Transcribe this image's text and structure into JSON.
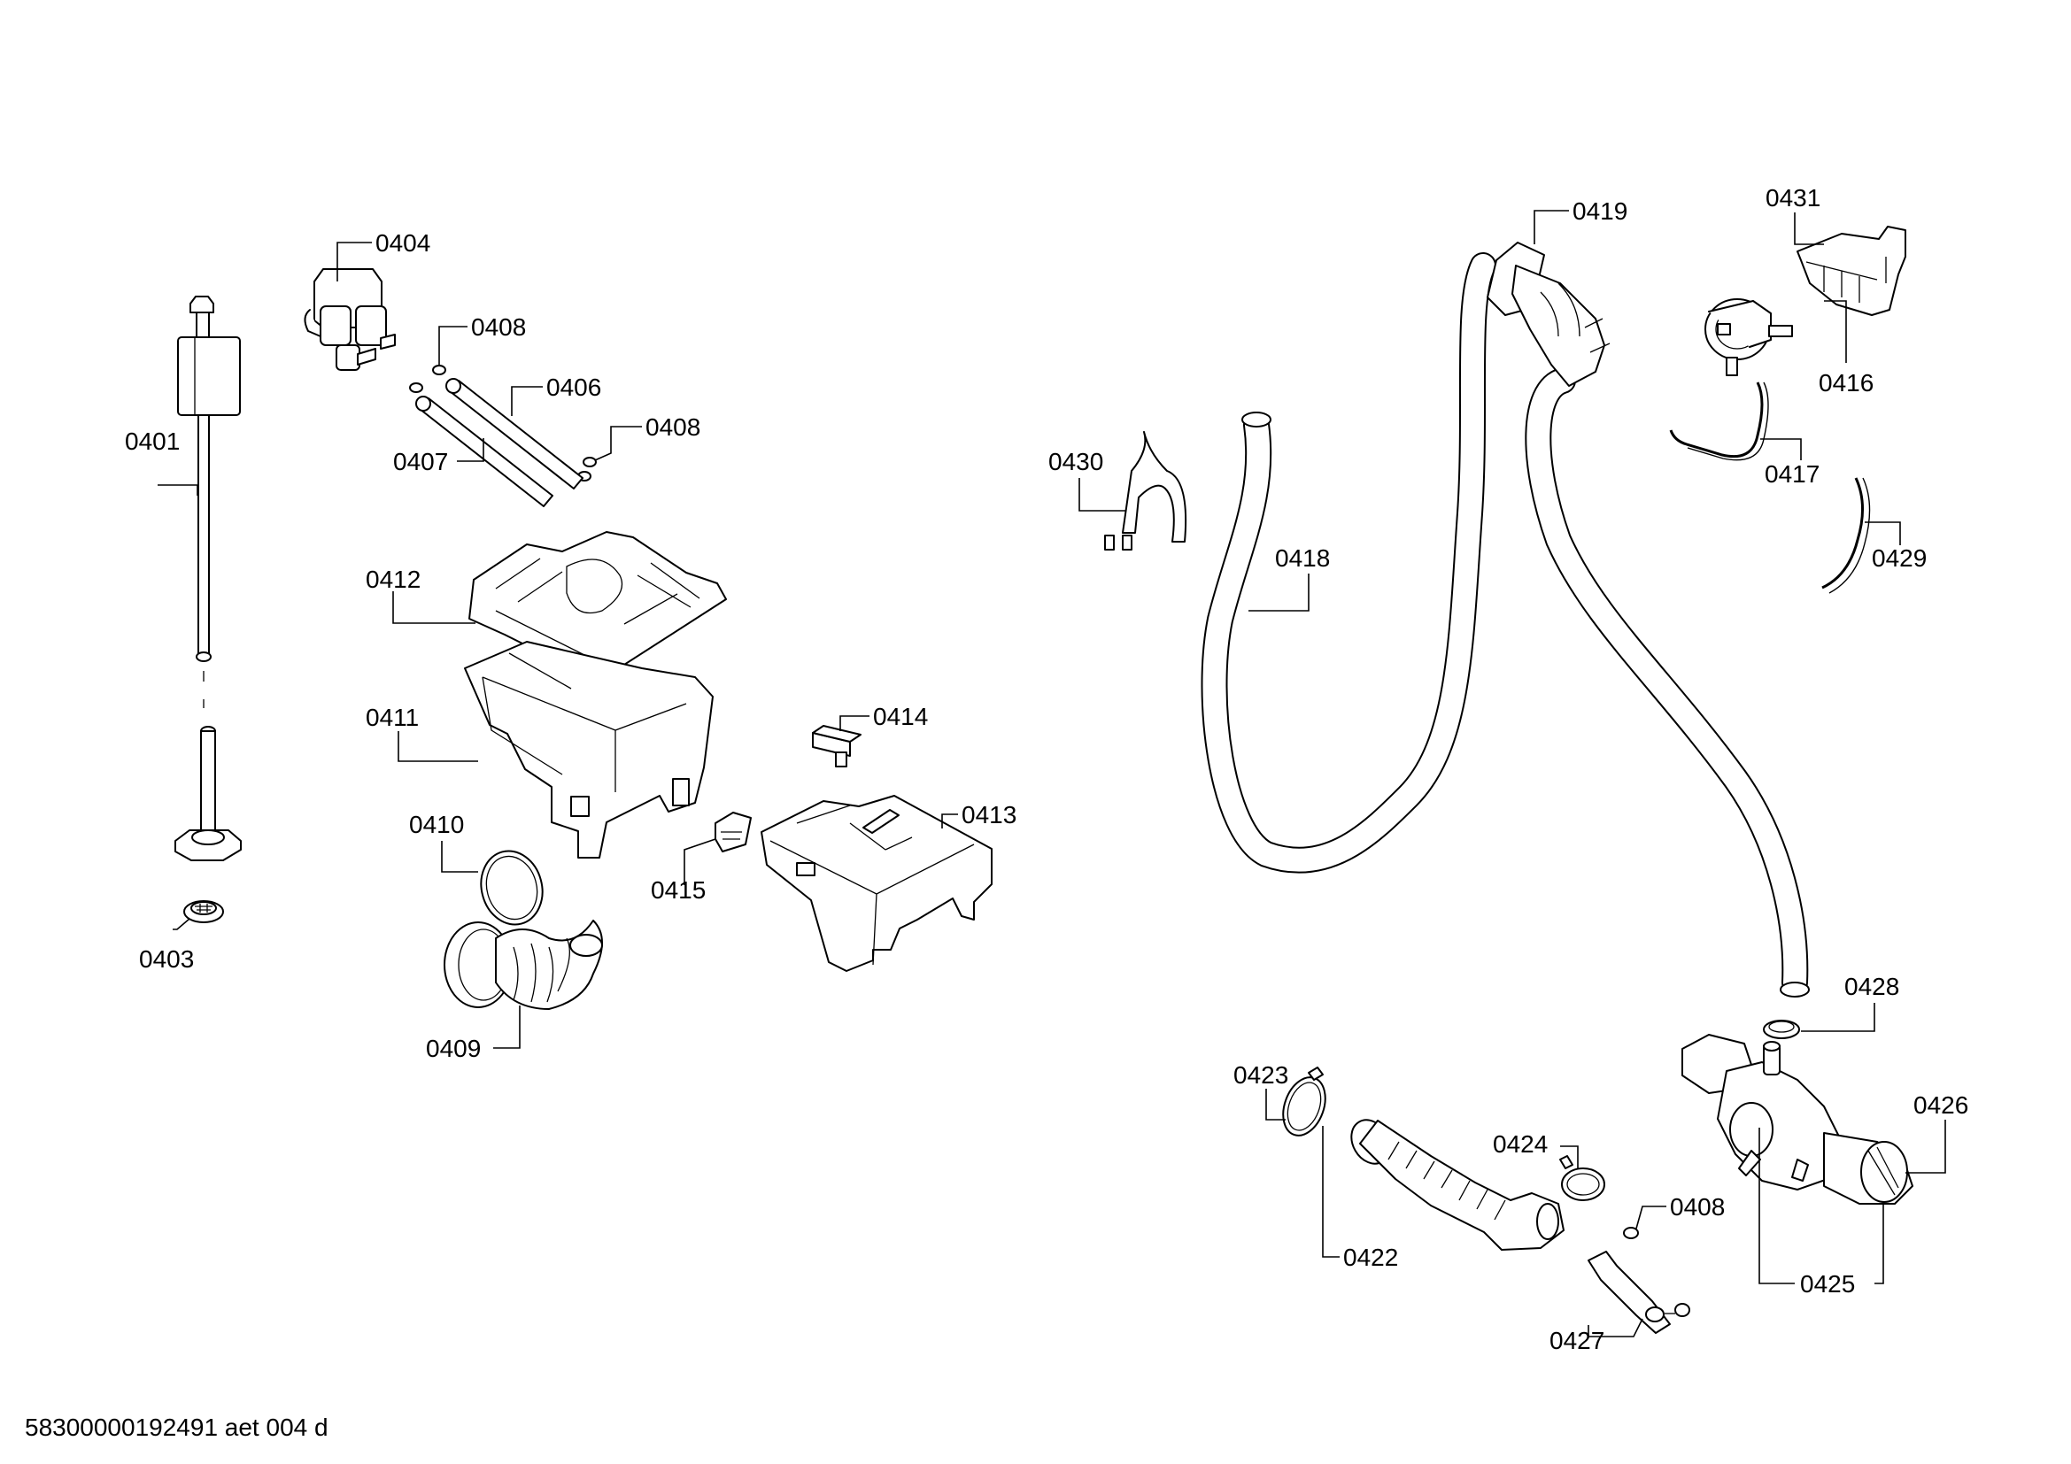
{
  "callouts": [
    {
      "id": "c0401",
      "label": "0401",
      "part": "inlet-hose"
    },
    {
      "id": "c0403",
      "label": "0403",
      "part": "filter-screen"
    },
    {
      "id": "c0404",
      "label": "0404",
      "part": "inlet-valve"
    },
    {
      "id": "c0408a",
      "label": "0408",
      "part": "hose-clamp"
    },
    {
      "id": "c0406",
      "label": "0406",
      "part": "hose-section"
    },
    {
      "id": "c0407",
      "label": "0407",
      "part": "hose-section"
    },
    {
      "id": "c0408b",
      "label": "0408",
      "part": "hose-clamp"
    },
    {
      "id": "c0412",
      "label": "0412",
      "part": "dispenser-cover"
    },
    {
      "id": "c0411",
      "label": "0411",
      "part": "dispenser-housing"
    },
    {
      "id": "c0414",
      "label": "0414",
      "part": "siphon-cap"
    },
    {
      "id": "c0413",
      "label": "0413",
      "part": "detergent-drawer"
    },
    {
      "id": "c0410",
      "label": "0410",
      "part": "seal-ring"
    },
    {
      "id": "c0415",
      "label": "0415",
      "part": "insert"
    },
    {
      "id": "c0409",
      "label": "0409",
      "part": "bellows-hose"
    },
    {
      "id": "c0419",
      "label": "0419",
      "part": "hose-flange"
    },
    {
      "id": "c0431",
      "label": "0431",
      "part": "holder"
    },
    {
      "id": "c0416",
      "label": "0416",
      "part": "pressure-switch"
    },
    {
      "id": "c0430",
      "label": "0430",
      "part": "hose-guide"
    },
    {
      "id": "c0418",
      "label": "0418",
      "part": "drain-hose"
    },
    {
      "id": "c0417",
      "label": "0417",
      "part": "pressure-hose"
    },
    {
      "id": "c0429",
      "label": "0429",
      "part": "pressure-hose"
    },
    {
      "id": "c0428",
      "label": "0428",
      "part": "hose-clamp"
    },
    {
      "id": "c0426",
      "label": "0426",
      "part": "pump-filter"
    },
    {
      "id": "c0423",
      "label": "0423",
      "part": "hose-clamp"
    },
    {
      "id": "c0424",
      "label": "0424",
      "part": "hose-clamp"
    },
    {
      "id": "c0408c",
      "label": "0408",
      "part": "hose-clamp"
    },
    {
      "id": "c0422",
      "label": "0422",
      "part": "sump-hose"
    },
    {
      "id": "c0425",
      "label": "0425",
      "part": "drain-pump"
    },
    {
      "id": "c0427",
      "label": "0427",
      "part": "emergency-drain-hose"
    }
  ],
  "footer": {
    "doc_id": "58300000192491 aet 004 d"
  },
  "style": {
    "line_color": "#000000",
    "background": "#ffffff"
  }
}
